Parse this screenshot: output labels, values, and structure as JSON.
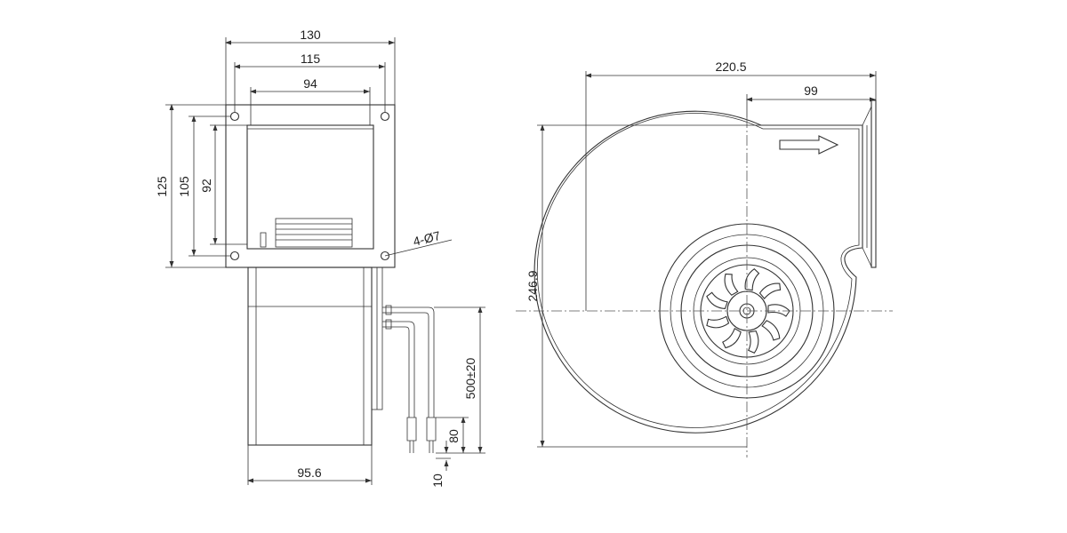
{
  "drawing": {
    "front_view": {
      "width_flange": "130",
      "hole_spacing_x": "115",
      "outlet_width": "94",
      "height_flange": "125",
      "hole_spacing_y": "105",
      "outlet_height": "92",
      "holes": "4-Ø7",
      "body_depth": "95.6",
      "cable_length": "500±20",
      "strip_length": "80",
      "terminal_length": "10"
    },
    "side_view": {
      "overall_width": "220.5",
      "outlet_offset": "99",
      "overall_height": "246.9"
    }
  },
  "colors": {
    "line": "#333333",
    "background": "#ffffff"
  }
}
